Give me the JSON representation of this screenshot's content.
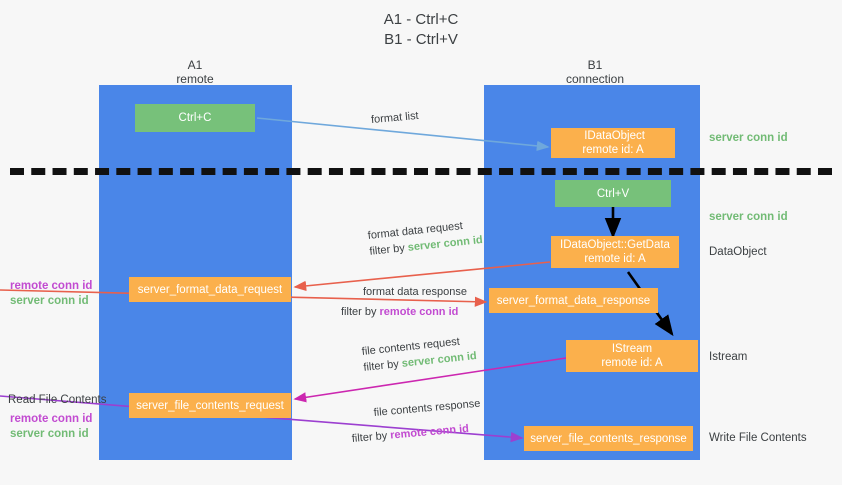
{
  "title": {
    "line1": "A1 - Ctrl+C",
    "line2": "B1 - Ctrl+V"
  },
  "columns": [
    {
      "name": "A1",
      "sub": "remote"
    },
    {
      "name": "B1",
      "sub": "connection"
    }
  ],
  "colors": {
    "lane": "#4a86e8",
    "green_box": "#77c17a",
    "orange_box": "#fbb04c",
    "server_conn_id": "#72bb75",
    "remote_conn_id": "#c24bd1",
    "arrow_blue": "#6fa8dc",
    "arrow_red": "#e8604c",
    "arrow_magenta": "#cc27b0",
    "arrow_purple": "#9c3fd0",
    "arrow_black": "#000000",
    "background": "#f7f7f7"
  },
  "nodes": {
    "ctrl_c": "Ctrl+C",
    "ctrl_v": "Ctrl+V",
    "idataobject_new": {
      "line1": " IDataObject",
      "line2": "remote id: A"
    },
    "idataobject_getdata": {
      "line1": "IDataObject::GetData",
      "line2": "remote id: A"
    },
    "istream": {
      "line1": "IStream",
      "line2": "remote id: A"
    },
    "server_format_data_request": "server_format_data_request",
    "server_format_data_response": "server_format_data_response",
    "server_file_contents_request": "server_file_contents_request",
    "server_file_contents_response": "server_file_contents_response"
  },
  "edge_labels": {
    "format_list": "format list",
    "format_data_request": {
      "line1": "format data request",
      "prefix": "filter by ",
      "key": "server conn id"
    },
    "format_data_response": {
      "line1": "format data response",
      "prefix": "filter by ",
      "key": "remote conn id"
    },
    "file_contents_request": {
      "line1": "file contents request",
      "prefix": "filter by ",
      "key": "server conn id"
    },
    "file_contents_response": {
      "line1": "file contents response",
      "prefix": "filter by ",
      "key": "remote conn id"
    }
  },
  "side_labels": {
    "right_server_conn_top": "server conn id",
    "right_server_conn_mid": "server conn id",
    "right_dataobject": "DataObject",
    "right_istream": "Istream",
    "right_write_file_contents": "Write File Contents",
    "left_remote_conn_id": "remote conn id",
    "left_server_conn_id": "server conn id",
    "left_read_file_contents": "Read File Contents",
    "left_remote_conn_id_2": "remote conn id",
    "left_server_conn_id_2": "server conn id"
  }
}
